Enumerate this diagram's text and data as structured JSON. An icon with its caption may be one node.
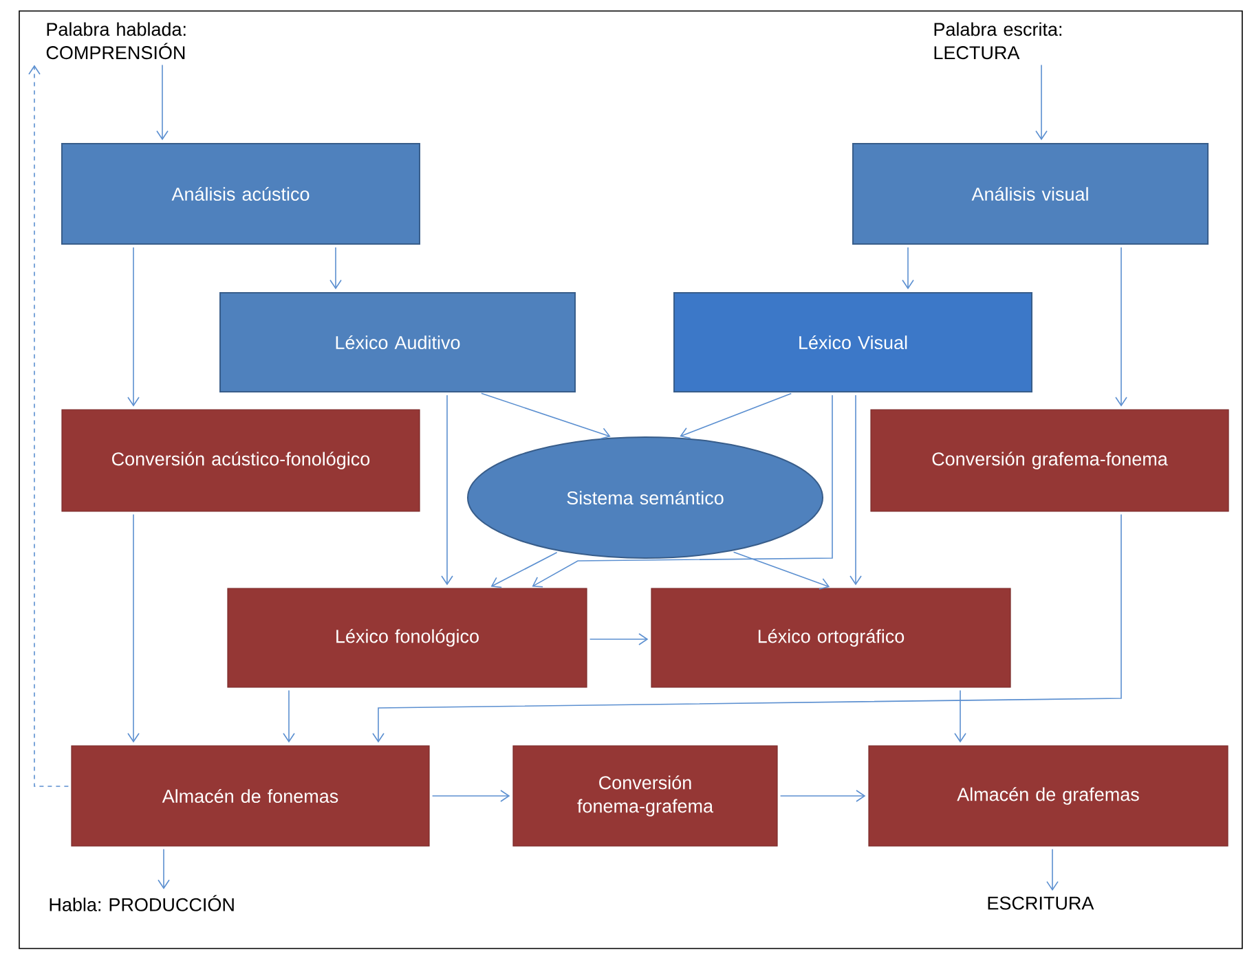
{
  "diagram": {
    "nodes": [
      {
        "text": [
          "Palabra hablada: COMPRENSIÓN"
        ]
      },
      {
        "text": [
          "Palabra escrita: LECTURA"
        ]
      },
      {
        "text": [
          "Análisis acústico"
        ]
      },
      {
        "text": [
          "Análisis visual"
        ]
      },
      {
        "text": [
          "Léxico Auditivo"
        ]
      },
      {
        "text": [
          "Léxico Visual"
        ]
      },
      {
        "text": [
          "Conversión acústico-fonológico"
        ]
      },
      {
        "text": [
          "Sistema semántico"
        ]
      },
      {
        "text": [
          "Conversión grafema-fonema"
        ]
      },
      {
        "text": [
          "Léxico fonológico"
        ]
      },
      {
        "text": [
          "Léxico ortográfico"
        ]
      },
      {
        "text": [
          "Almacén de fonemas"
        ]
      },
      {
        "text": [
          "Conversión fonema-grafema"
        ]
      },
      {
        "text": [
          "Almacén de grafemas"
        ]
      },
      {
        "text": [
          "Habla: PRODUCCIÓN"
        ]
      },
      {
        "text": [
          "ESCRITURA"
        ]
      }
    ],
    "edges": [
      {
        "from": 0,
        "to": 2,
        "arrow": "to"
      },
      {
        "from": 1,
        "to": 3,
        "arrow": "to"
      },
      {
        "from": 2,
        "to": 4,
        "arrow": "to"
      },
      {
        "from": 2,
        "to": 6,
        "arrow": "to"
      },
      {
        "from": 3,
        "to": 5,
        "arrow": "to"
      },
      {
        "from": 3,
        "to": 8,
        "arrow": "to"
      },
      {
        "from": 4,
        "to": 7,
        "arrow": "to"
      },
      {
        "from": 5,
        "to": 7,
        "arrow": "to"
      },
      {
        "from": 4,
        "to": 9,
        "arrow": "to"
      },
      {
        "from": 7,
        "to": 9,
        "arrow": "to"
      },
      {
        "from": 7,
        "to": 10,
        "arrow": "to"
      },
      {
        "from": 5,
        "to": 9,
        "arrow": "to"
      },
      {
        "from": 5,
        "to": 10,
        "arrow": "to"
      },
      {
        "from": 9,
        "to": 10,
        "arrow": "to"
      },
      {
        "from": 6,
        "to": 11,
        "arrow": "to"
      },
      {
        "from": 9,
        "to": 11,
        "arrow": "to"
      },
      {
        "from": 8,
        "to": 11,
        "arrow": "to"
      },
      {
        "from": 10,
        "to": 13,
        "arrow": "to"
      },
      {
        "from": 11,
        "to": 12,
        "arrow": "to"
      },
      {
        "from": 12,
        "to": 13,
        "arrow": "to"
      },
      {
        "from": 11,
        "to": 14,
        "arrow": "to"
      },
      {
        "from": 13,
        "to": 15,
        "arrow": "to"
      },
      {
        "from": 11,
        "to": 0,
        "arrow": "to",
        "style": "dashed"
      }
    ]
  }
}
